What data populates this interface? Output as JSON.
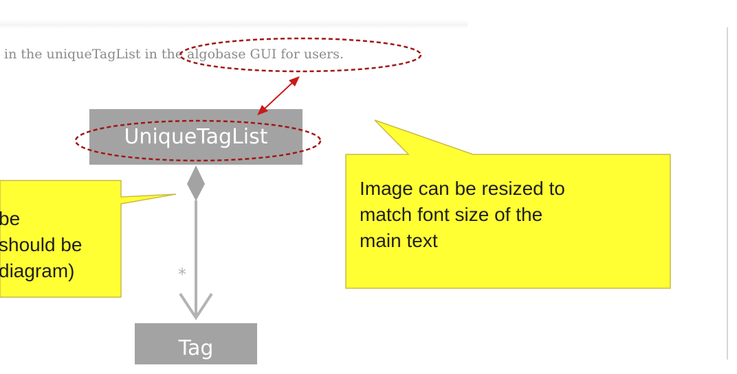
{
  "document": {
    "body_line": "in the uniqueTagList in the algobase GUI for users."
  },
  "diagram": {
    "class_top": "UniqueTagList",
    "class_bottom": "Tag",
    "multiplicity": "*"
  },
  "callouts": {
    "left_text": "be\nshould be\ndiagram)",
    "right_text": "Image can be resized to\nmatch font size of the\nmain text"
  },
  "colors": {
    "callout_fill": "#ffff33",
    "callout_border": "#c9b94a",
    "highlight_ellipse": "#a31515",
    "uml_box": "#a3a3a3"
  }
}
